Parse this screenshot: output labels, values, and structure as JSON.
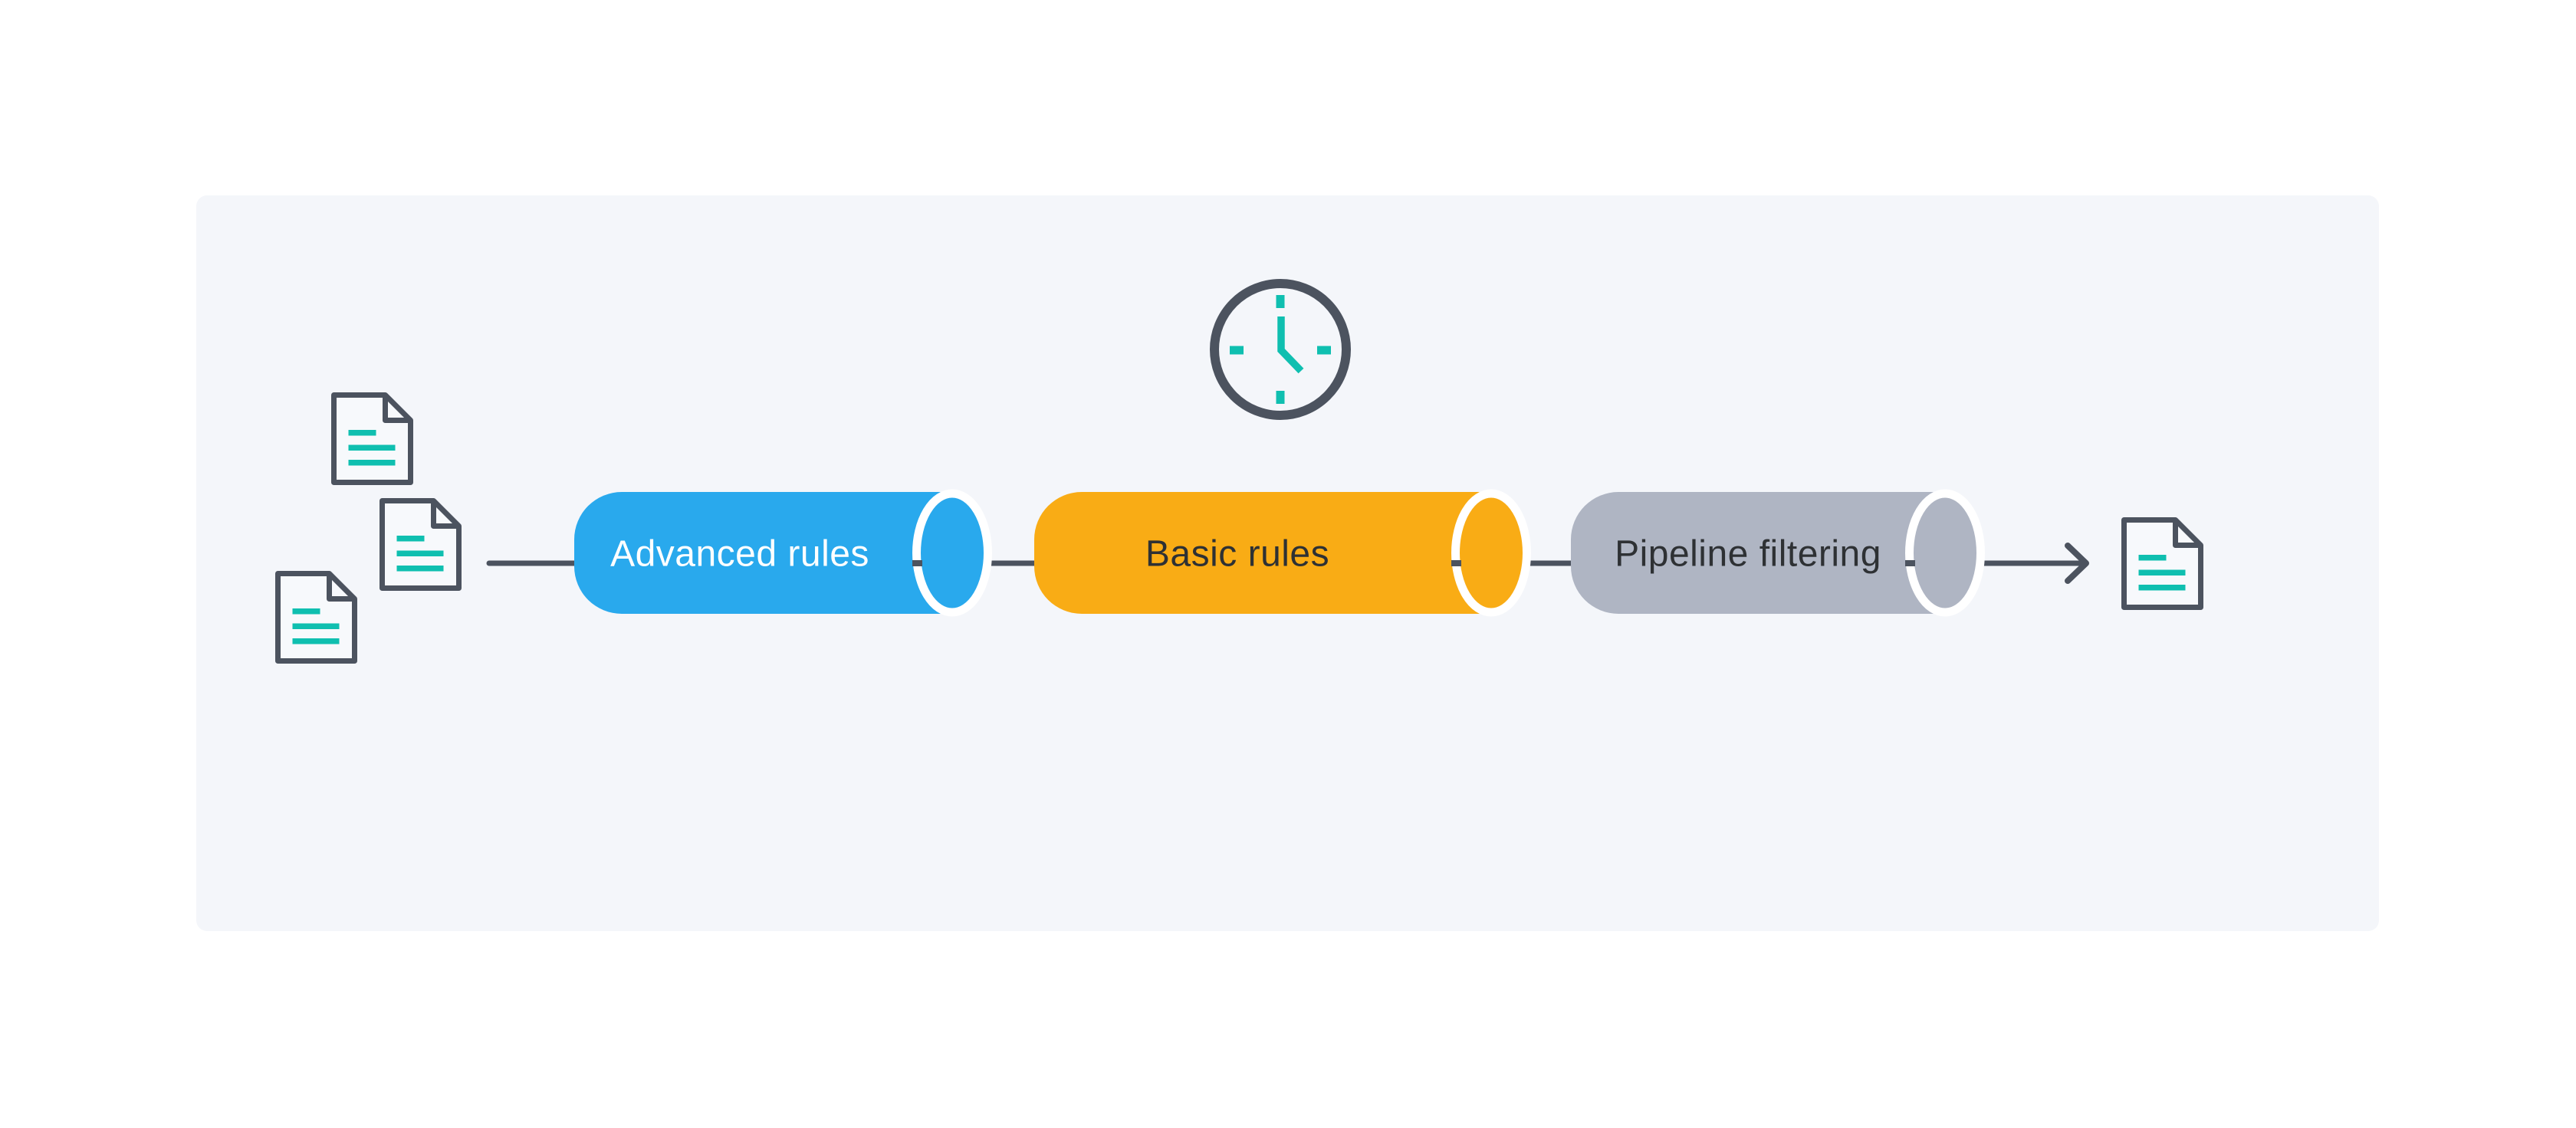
{
  "colors": {
    "page_bg": "#FFFFFF",
    "panel_bg": "#F4F6FA",
    "slate": "#4C535F",
    "teal": "#0FBFB0",
    "white": "#FFFFFF",
    "doc_fill": "#F7F9FC"
  },
  "diagram": {
    "description_labels": [],
    "stages": [
      {
        "id": "advanced-rules",
        "label": "Advanced rules",
        "fill": "#29A9ED",
        "text_color": "#FFFFFF"
      },
      {
        "id": "basic-rules",
        "label": "Basic rules",
        "fill": "#F9AC15",
        "text_color": "#2E3134"
      },
      {
        "id": "pipeline-filtering",
        "label": "Pipeline filtering",
        "fill": "#AFB5C3",
        "text_color": "#2E3134"
      }
    ],
    "input_documents_count": 3,
    "output_documents_count": 1,
    "icons": [
      {
        "name": "document-icon"
      },
      {
        "name": "clock-icon"
      },
      {
        "name": "arrow-right-icon"
      }
    ]
  }
}
